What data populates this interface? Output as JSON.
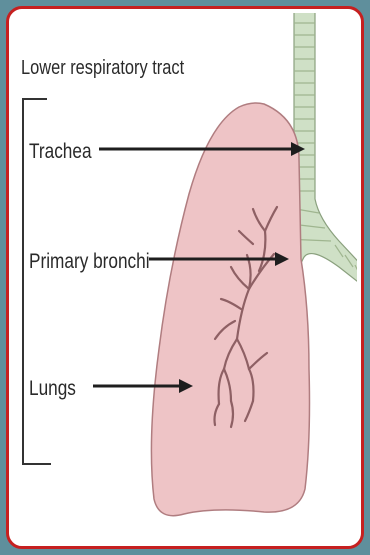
{
  "title": "Lower respiratory tract",
  "labels": {
    "trachea": "Trachea",
    "primary_bronchi": "Primary bronchi",
    "lungs": "Lungs"
  },
  "colors": {
    "frame_border": "#c62020",
    "background": "#5f8f9c",
    "lung_fill": "#eec4c6",
    "lung_stroke": "#b07d80",
    "trachea_fill": "#cfe0c6",
    "bronchi_tree": "#8e6064",
    "text": "#2a2a2a"
  }
}
